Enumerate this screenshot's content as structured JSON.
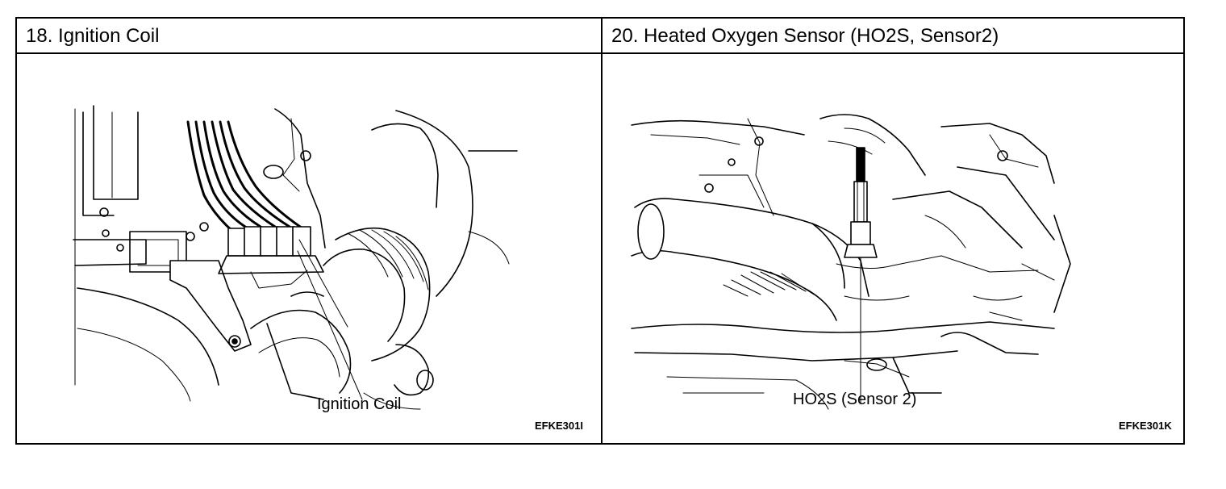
{
  "left_panel": {
    "title": "18. Ignition Coil",
    "callout_label": "Ignition Coil",
    "figure_code": "EFKE301I"
  },
  "right_panel": {
    "title": "20. Heated Oxygen Sensor (HO2S, Sensor2)",
    "callout_label": "HO2S (Sensor 2)",
    "figure_code": "EFKE301K"
  }
}
